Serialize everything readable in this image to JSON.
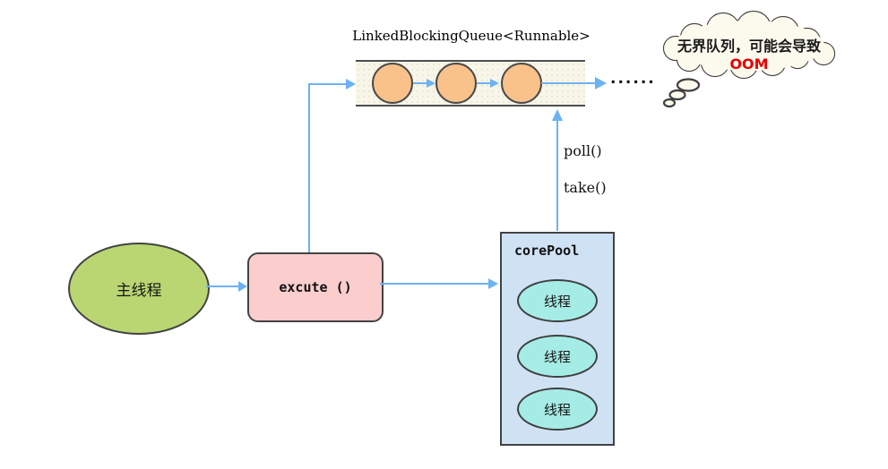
{
  "diagram": {
    "queue": {
      "title": "LinkedBlockingQueue<Runnable>",
      "task_count": 3,
      "overflow_dots": "......"
    },
    "main_thread": {
      "label": "主线程"
    },
    "execute": {
      "label": "excute ()"
    },
    "core_pool": {
      "label": "corePool",
      "threads": [
        "线程",
        "线程",
        "线程"
      ]
    },
    "edges": {
      "poll_label": "poll()",
      "take_label": "take()"
    },
    "callout": {
      "line1": "无界队列，可能会导致",
      "line2": "OOM"
    },
    "colors": {
      "arrow": "#6cb2f2",
      "main_thread_fill": "#b9d672",
      "execute_fill": "#fbcdcd",
      "queue_fill": "#f8f6e8",
      "task_fill": "#f9c28b",
      "core_pool_fill": "#cfe2f4",
      "thread_fill": "#a6ece6",
      "callout_fill": "#fcf9ed",
      "oom_text_color": "#e60000",
      "shape_border": "#434343"
    }
  }
}
